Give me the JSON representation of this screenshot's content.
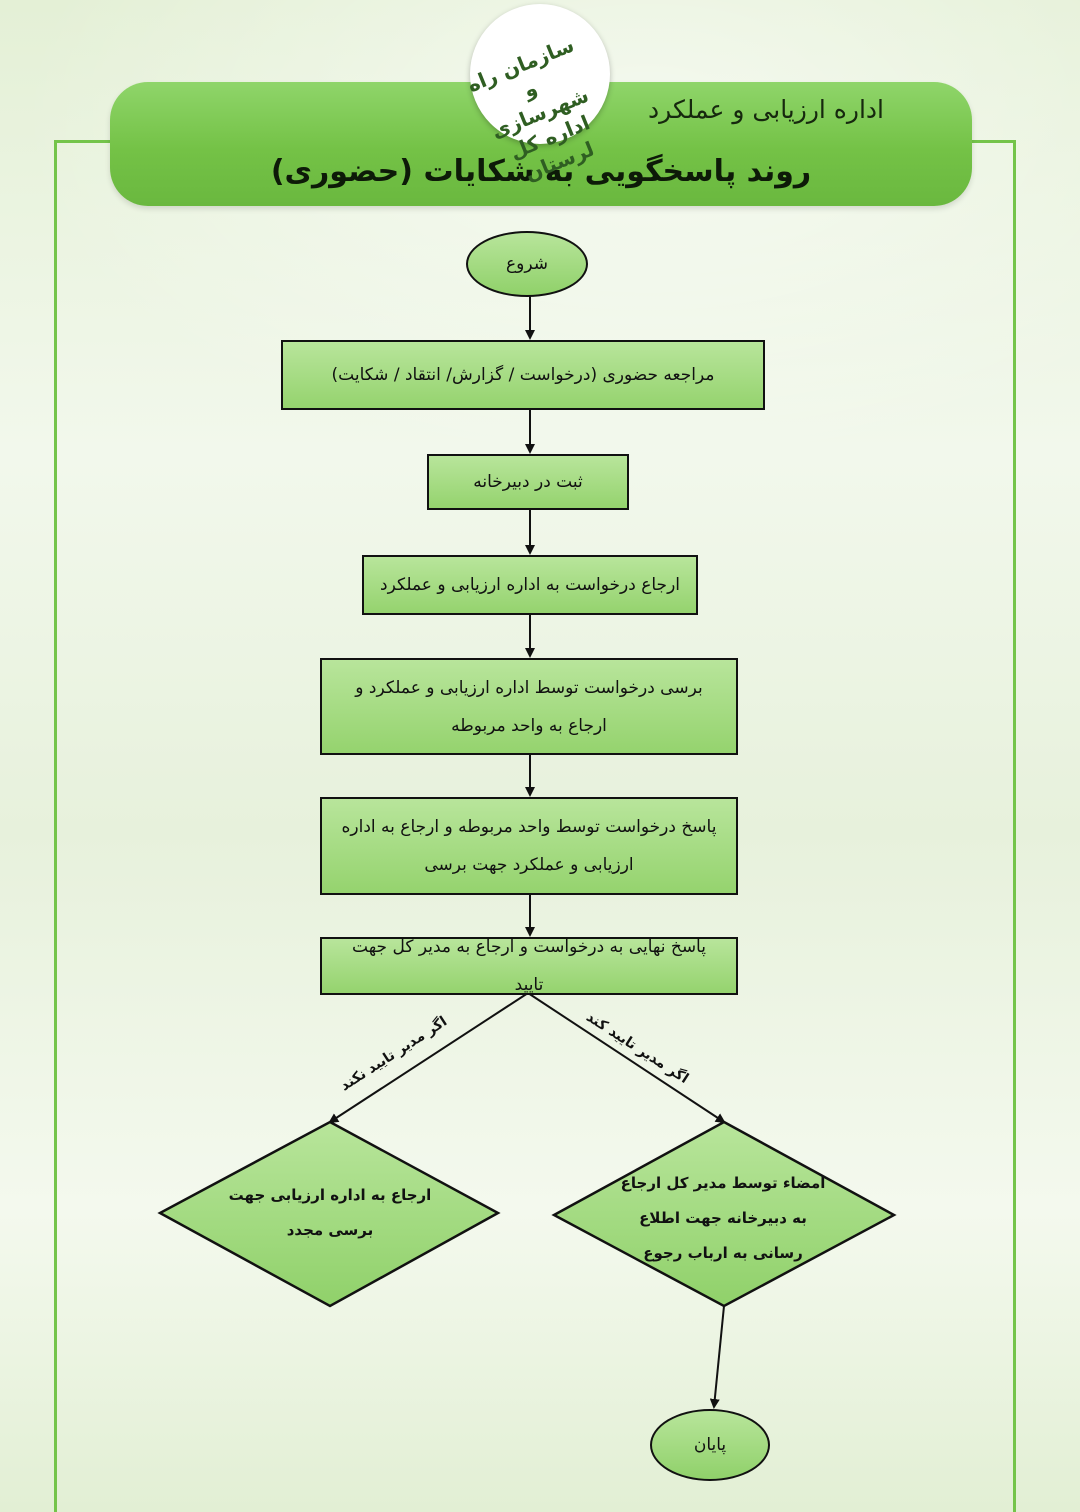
{
  "header": {
    "logo_text": "سازمان راه و شهرسازی اداره کل لرستان",
    "subtitle": "اداره ارزیابی و عملکرد",
    "title": "روند پاسخگویی به شکایات (حضوری)"
  },
  "flow": {
    "start": "شروع",
    "step1": "مراجعه حضوری (درخواست / گزارش/ انتقاد / شکایت)",
    "step2": "ثبت در دبیرخانه",
    "step3": "ارجاع درخواست به اداره ارزیابی و عملکرد",
    "step4": "برسی درخواست توسط اداره ارزیابی و عملکرد و ارجاع به واحد مربوطه",
    "step5": "پاسخ درخواست توسط واحد مربوطه و ارجاع به اداره ارزیابی و عملکرد جهت برسی",
    "step6": "پاسخ نهایی به درخواست و ارجاع به مدیر کل جهت تایید",
    "label_reject": "اگر مدیر تایید نکند",
    "label_approve": "اگر مدیر تایید کند",
    "decision_reject": "ارجاع به اداره ارزیابی جهت برسی مجدد",
    "decision_approve": "امضاء توسط مدیر کل ارجاع به دبیرخانه جهت اطلاع رسانی به ارباب رجوع",
    "end": "پایان"
  }
}
